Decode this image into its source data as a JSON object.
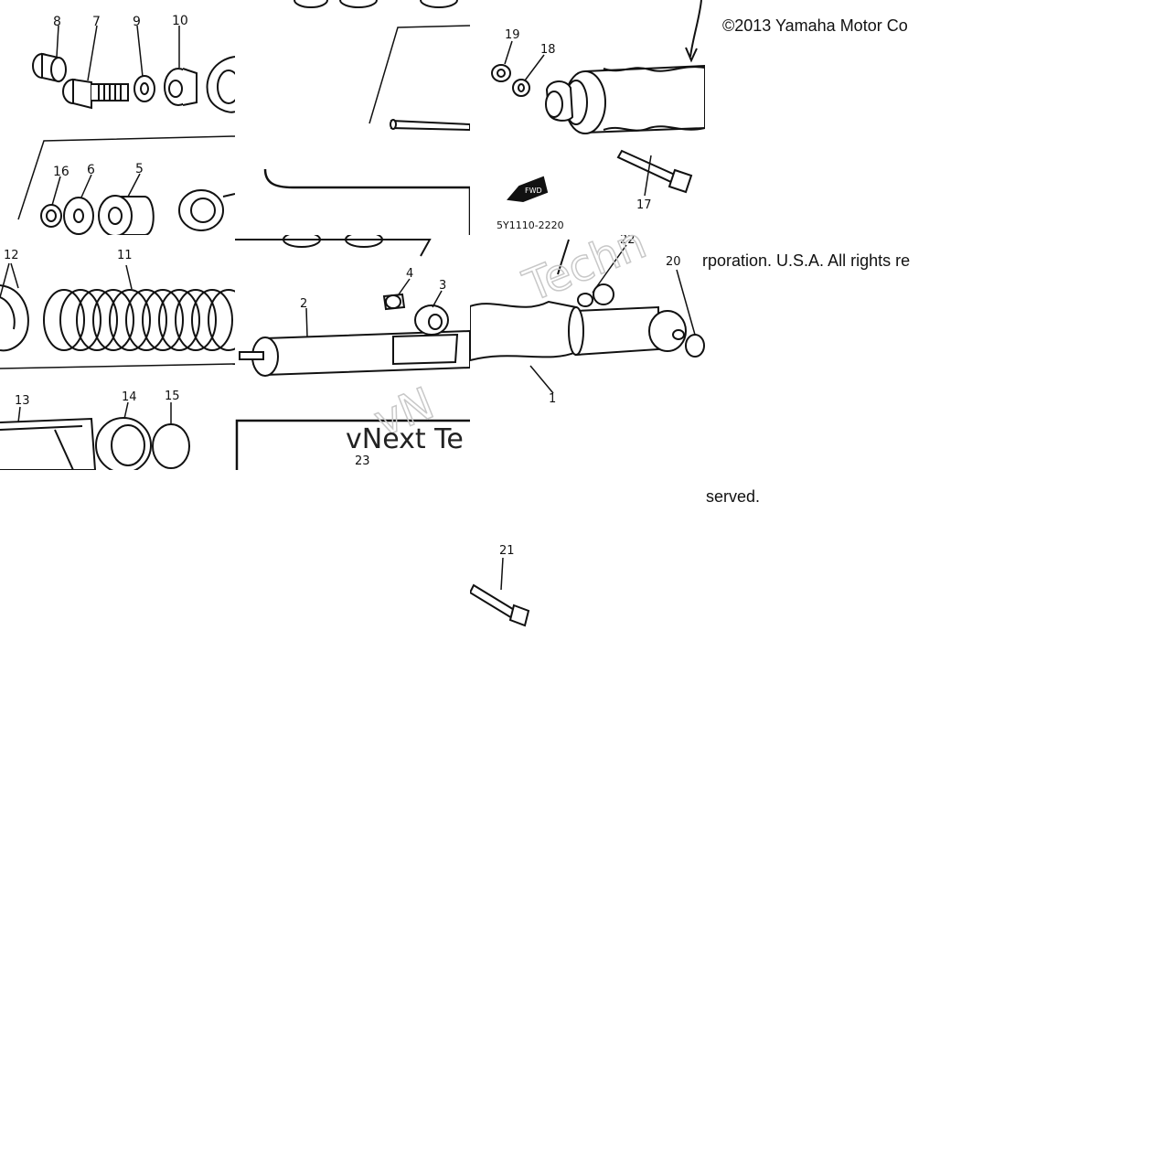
{
  "copyright": {
    "line1": "©2013 Yamaha Motor Co",
    "line2": "rporation. U.S.A. All rights re",
    "line3": "served."
  },
  "watermark": {
    "text_a": "vNext Te",
    "text_b": "Techn",
    "text_c": "vN"
  },
  "drawing_code": "5Y1110-2220",
  "fwd_label": "FWD",
  "callouts": [
    "1",
    "2",
    "3",
    "4",
    "5",
    "6",
    "7",
    "8",
    "9",
    "10",
    "11",
    "12",
    "13",
    "14",
    "15",
    "16",
    "17",
    "18",
    "19",
    "20",
    "21",
    "22",
    "23"
  ],
  "colors": {
    "ink": "#111111",
    "background": "#ffffff",
    "watermark": "#c8c8c8"
  }
}
